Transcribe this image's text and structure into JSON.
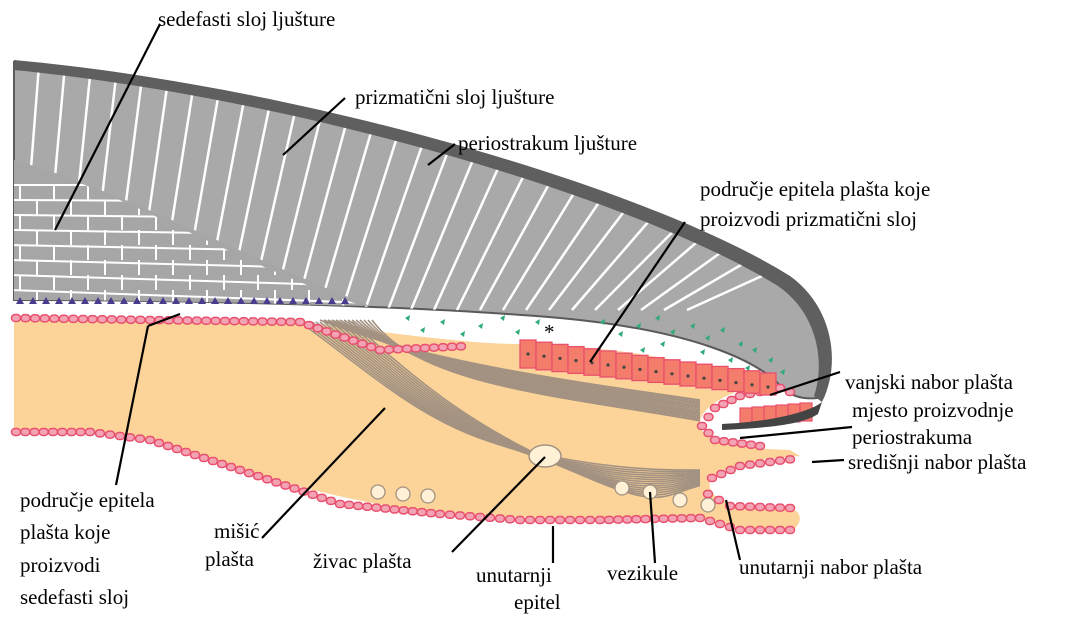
{
  "labels": {
    "nacre_layer": "sedefasti sloj ljušture",
    "prismatic_layer": "prizmatični sloj ljušture",
    "periostracum": "periostrakum ljušture",
    "prismatic_epithelium_1": "područje epitela plašta koje",
    "prismatic_epithelium_2": "proizvodi prizmatični sloj",
    "outer_fold": "vanjski nabor plašta",
    "periostracum_site_1": "mjesto proizvodnje",
    "periostracum_site_2": "periostrakuma",
    "middle_fold": "središnji nabor plašta",
    "inner_fold": "unutarnji nabor plašta",
    "vesicles": "vezikule",
    "inner_epithelium_1": "unutarnji",
    "inner_epithelium_2": "epitel",
    "nerve": "živac plašta",
    "muscle_1": "mišić",
    "muscle_2": "plašta",
    "nacre_epithelium_1": "područje epitela",
    "nacre_epithelium_2": "plašta koje",
    "nacre_epithelium_3": "proizvodi",
    "nacre_epithelium_4": "sedefasti sloj",
    "asterisk": "*"
  },
  "colors": {
    "shell_prismatic": "#a9a9a9",
    "shell_dark": "#5f5f5f",
    "mantle": "#fcd49a",
    "epithelium": "#e8506e",
    "prism_cells": "#f47c6a",
    "green_crystals": "#2faa78",
    "purple_crystals": "#4a3c8c",
    "muscle_fibers": "#a39282"
  }
}
